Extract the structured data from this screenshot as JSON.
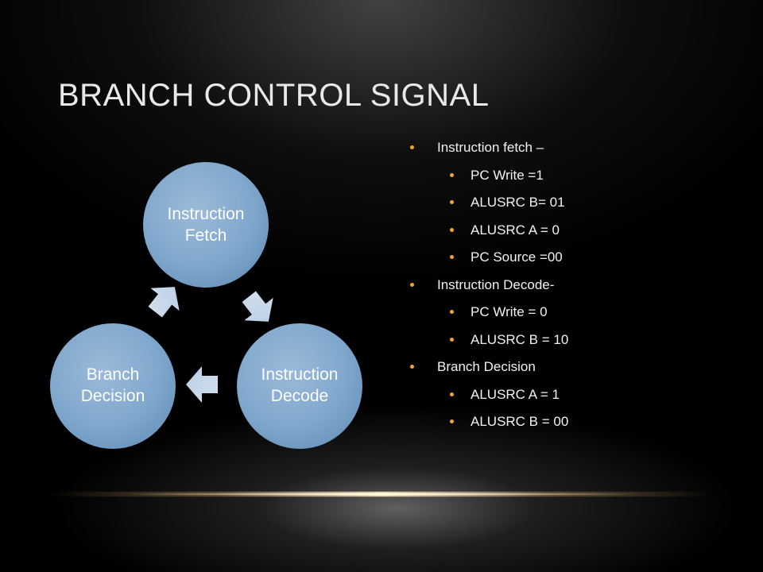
{
  "slide": {
    "title": "BRANCH CONTROL SIGNAL"
  },
  "cycle": {
    "nodes": [
      {
        "id": "fetch",
        "lines": [
          "Instruction",
          "Fetch"
        ]
      },
      {
        "id": "decode",
        "lines": [
          "Instruction",
          "Decode"
        ]
      },
      {
        "id": "branch",
        "lines": [
          "Branch",
          "Decision"
        ]
      }
    ],
    "colors": {
      "node_fill": "#7fa7cc",
      "node_edge": "#5f8bb3",
      "arrow_fill": "#c8d8ea"
    }
  },
  "bullets": [
    {
      "level": 1,
      "text": "Instruction  fetch –"
    },
    {
      "level": 2,
      "text": "PC Write  =1"
    },
    {
      "level": 2,
      "text": "ALUSRC B= 01"
    },
    {
      "level": 2,
      "text": "ALUSRC A = 0"
    },
    {
      "level": 2,
      "text": "PC Source =00"
    },
    {
      "level": 1,
      "text": "Instruction  Decode-"
    },
    {
      "level": 2,
      "text": "PC Write  = 0"
    },
    {
      "level": 2,
      "text": "ALUSRC B = 10"
    },
    {
      "level": 1,
      "text": "Branch Decision"
    },
    {
      "level": 2,
      "text": "ALUSRC A = 1"
    },
    {
      "level": 2,
      "text": "ALUSRC B = 00"
    }
  ],
  "colors": {
    "bullet": "#f0a33a",
    "text": "#f2f2f2",
    "title": "#e9e9e9",
    "background": "#000000"
  }
}
